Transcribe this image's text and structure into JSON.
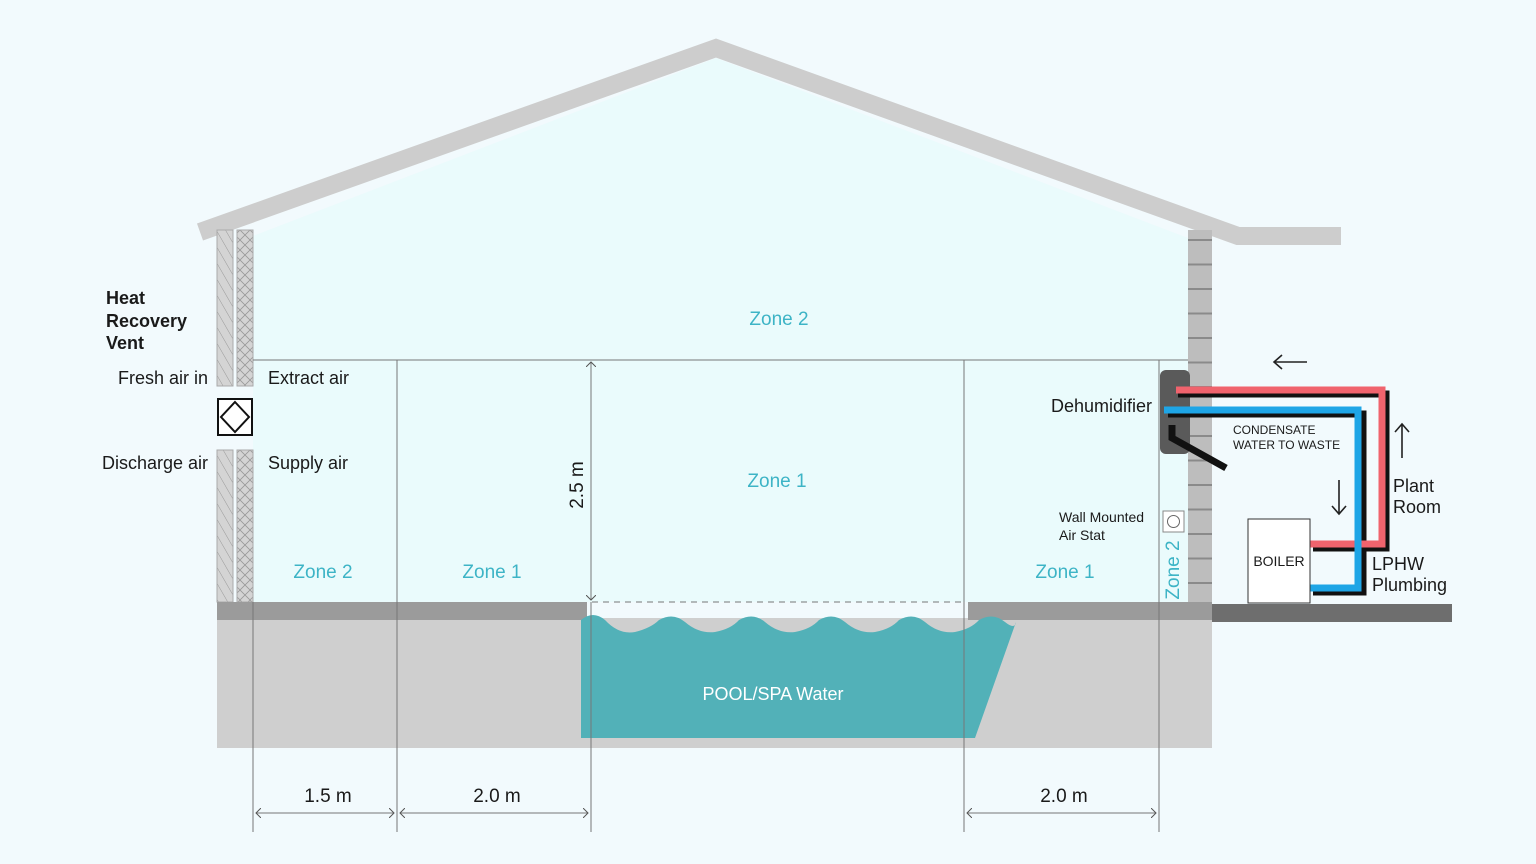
{
  "labels": {
    "hrv_title": [
      "Heat",
      "Recovery",
      "Vent"
    ],
    "fresh_air_in": "Fresh air in",
    "discharge_air": "Discharge air",
    "extract_air": "Extract air",
    "supply_air": "Supply air",
    "dehumidifier": "Dehumidifier",
    "condensate": [
      "CONDENSATE",
      "WATER TO WASTE"
    ],
    "plant_room": [
      "Plant",
      "Room"
    ],
    "boiler": "BOILER",
    "lphw": [
      "LPHW",
      "Plumbing"
    ],
    "air_stat": [
      "Wall Mounted",
      "Air Stat"
    ],
    "pool": "POOL/SPA Water"
  },
  "zones": {
    "upper": "Zone 2",
    "center": "Zone 1",
    "left_outer": "Zone 2",
    "left_inner": "Zone 1",
    "right_inner": "Zone 1",
    "right_vertical": "Zone 2"
  },
  "dimensions": {
    "height": "2.5 m",
    "left_1": "1.5 m",
    "left_2": "2.0 m",
    "right_1": "2.0 m"
  },
  "colors": {
    "hot_pipe": "#f0636d",
    "cold_pipe": "#1ea5e6",
    "pool": "#52b1b8",
    "zone_text": "#3db4c6"
  }
}
